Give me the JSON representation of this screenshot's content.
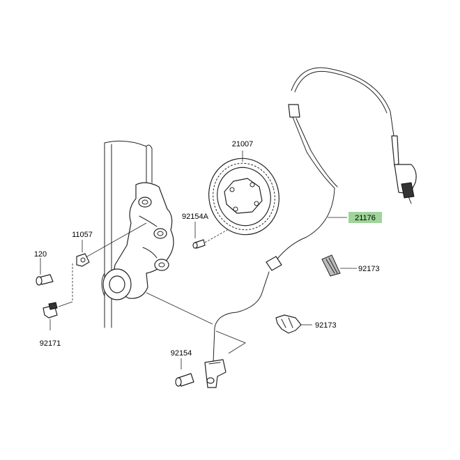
{
  "labels": {
    "p21007": "21007",
    "p21176": "21176",
    "p92154A": "92154A",
    "p11057": "11057",
    "p120": "120",
    "p92173a": "92173",
    "p92173b": "92173",
    "p92171": "92171",
    "p92154": "92154"
  },
  "colors": {
    "highlight": "#9fd49a",
    "line": "#222222"
  }
}
